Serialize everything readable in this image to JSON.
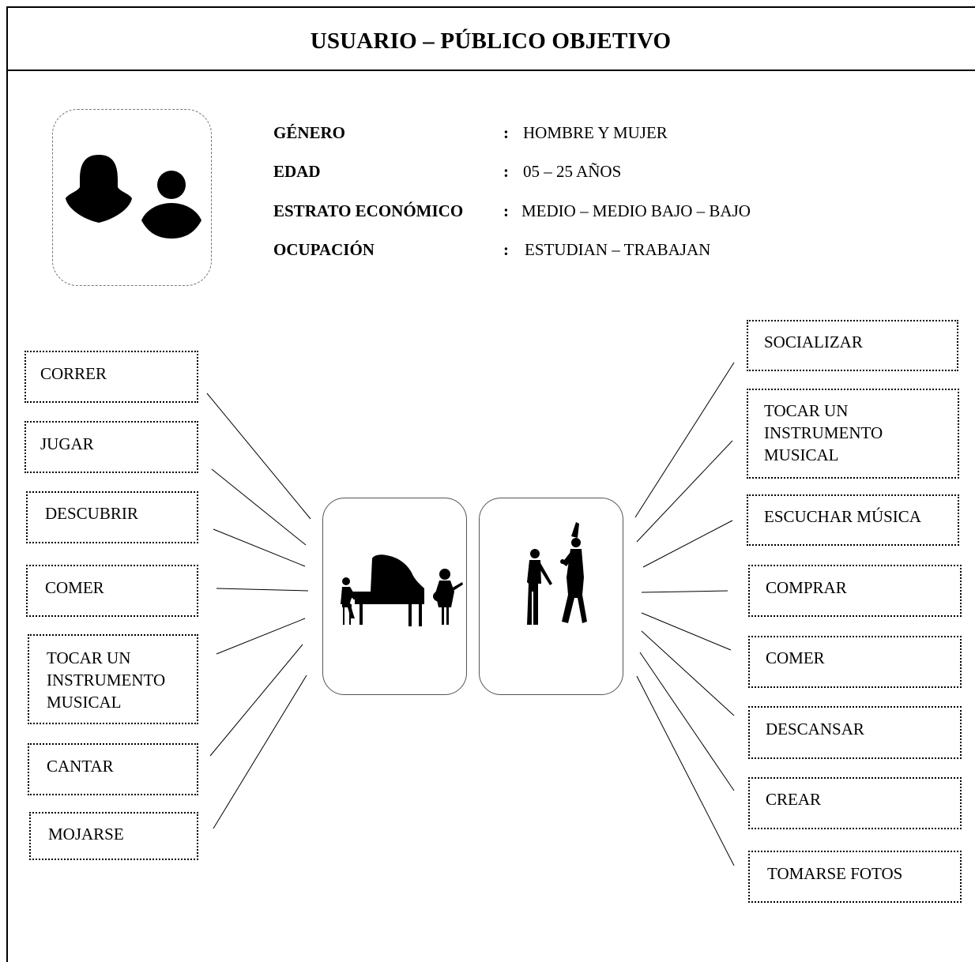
{
  "title": "USUARIO – PÚBLICO OBJETIVO",
  "profile": [
    {
      "label": "GÉNERO",
      "colon": ":",
      "value": "HOMBRE Y MUJER"
    },
    {
      "label": "EDAD",
      "colon": ":",
      "value": "05 – 25 AÑOS"
    },
    {
      "label": "ESTRATO ECONÓMICO",
      "colon": ":",
      "value": "MEDIO – MEDIO BAJO – BAJO"
    },
    {
      "label": "OCUPACIÓN",
      "colon": ":",
      "value": "ESTUDIAN – TRABAJAN"
    }
  ],
  "left_activities": [
    [
      "CORRER"
    ],
    [
      "JUGAR"
    ],
    [
      "DESCUBRIR"
    ],
    [
      "COMER"
    ],
    [
      "TOCAR UN",
      "INSTRUMENTO",
      "MUSICAL"
    ],
    [
      "CANTAR"
    ],
    [
      "MOJARSE"
    ]
  ],
  "right_activities": [
    [
      "SOCIALIZAR"
    ],
    [
      "TOCAR UN",
      "INSTRUMENTO",
      "MUSICAL"
    ],
    [
      "ESCUCHAR MÚSICA"
    ],
    [
      "COMPRAR"
    ],
    [
      "COMER"
    ],
    [
      "DESCANSAR"
    ],
    [
      "CREAR"
    ],
    [
      "TOMARSE FOTOS"
    ]
  ],
  "icons": {
    "avatar": "female-and-male-user-icon",
    "left_card": "piano-and-guitar-children-icon",
    "right_card": "flutist-and-singer-icon"
  }
}
